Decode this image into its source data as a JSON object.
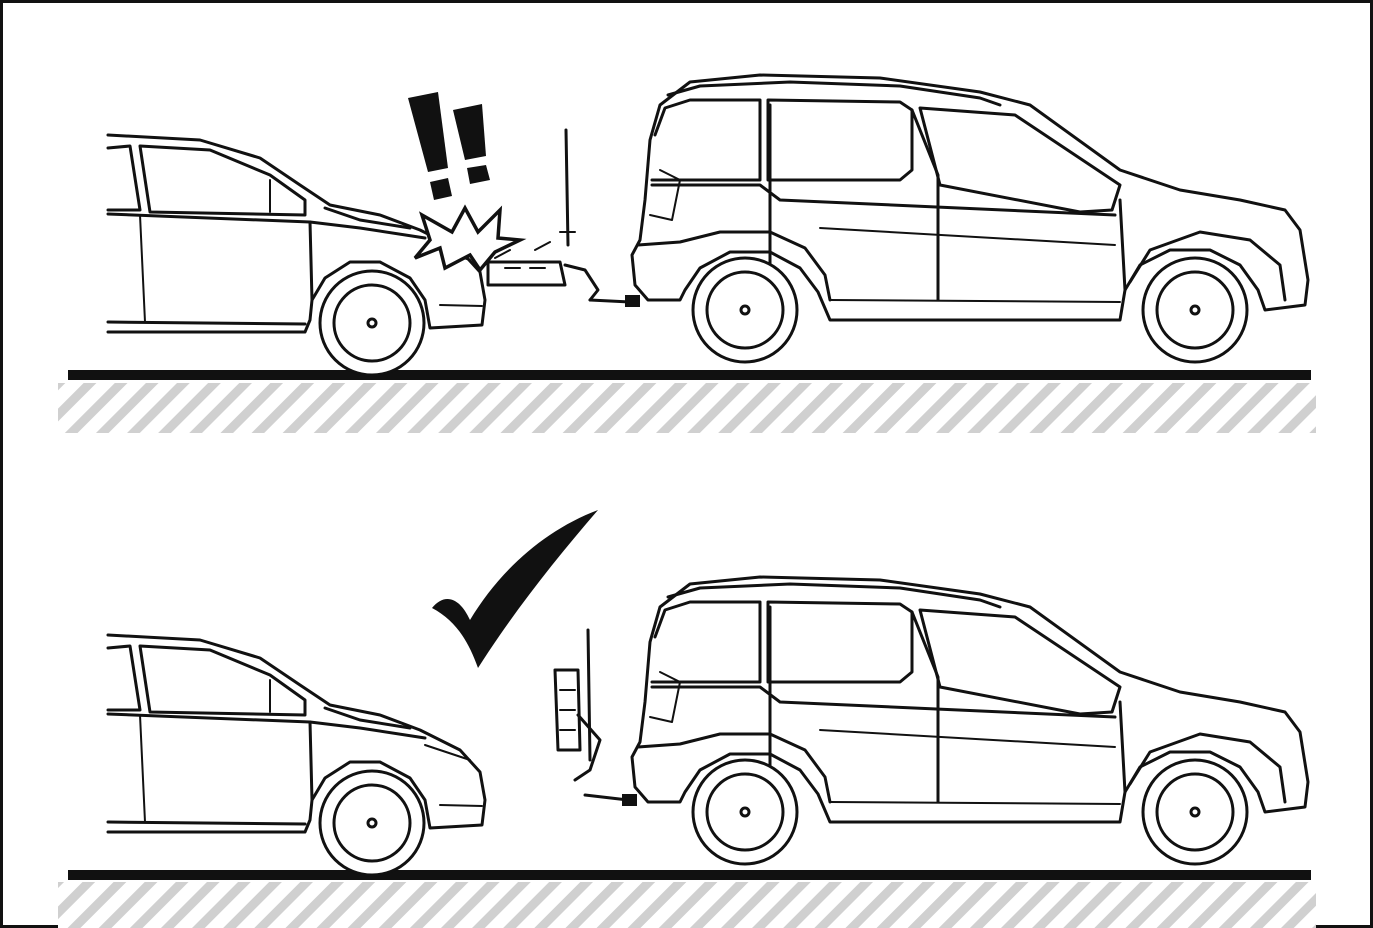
{
  "figure": {
    "colors": {
      "ink": "#111111",
      "background": "#ffffff",
      "hatch": "#d0d0d0"
    },
    "scenes": [
      {
        "id": "incorrect",
        "marker": "!!",
        "marker_icon": "warning-exclamation-icon",
        "impact_icon": "collision-burst-icon",
        "carrier_state": "unfolded"
      },
      {
        "id": "correct",
        "marker": "",
        "marker_icon": "checkmark-icon",
        "carrier_state": "folded"
      }
    ]
  }
}
